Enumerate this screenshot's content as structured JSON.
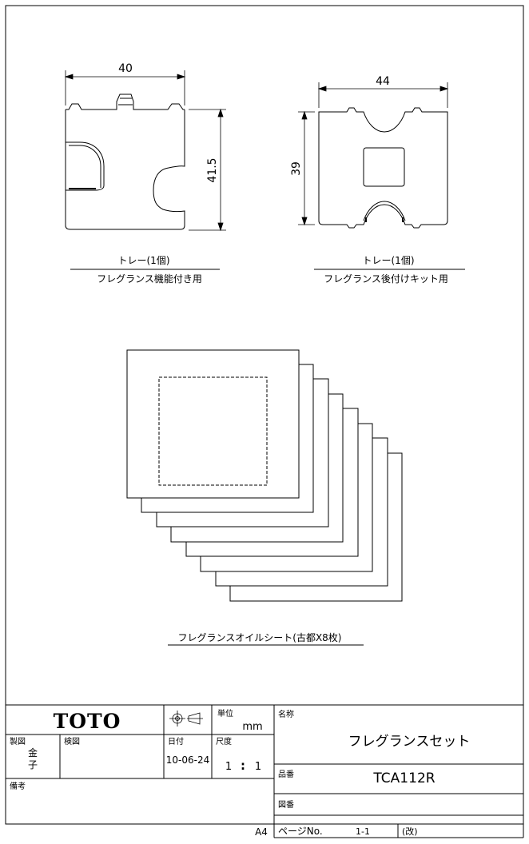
{
  "drawing": {
    "tray_left": {
      "width_dim": "40",
      "height_dim": "41.5",
      "caption": "トレー(1個)",
      "subcaption": "フレグランス機能付き用"
    },
    "tray_right": {
      "width_dim": "44",
      "height_dim": "39",
      "caption": "トレー(1個)",
      "subcaption": "フレグランス後付けキット用"
    },
    "oil_sheet": {
      "caption": "フレグランスオイルシート(古都X8枚)",
      "sheet_count": 8
    }
  },
  "title_block": {
    "logo": "TOTO",
    "unit_label": "単位",
    "unit_value": "mm",
    "name_label": "名称",
    "name_value": "フレグランスセット",
    "drafter_label": "製図",
    "drafter_value_1": "金",
    "drafter_value_2": "子",
    "checker_label": "検図",
    "date_label": "日付",
    "date_value": "10-06-24",
    "scale_label": "尺度",
    "scale_value_left": "1",
    "scale_value_colon": ":",
    "scale_value_right": "1",
    "part_no_label": "品番",
    "part_no_value": "TCA112R",
    "remarks_label": "備考",
    "drawing_no_label": "図番",
    "paper_size": "A4",
    "page_no_label": "ページNo.",
    "page_no_value": "1-1",
    "revision_label": "(改)"
  }
}
